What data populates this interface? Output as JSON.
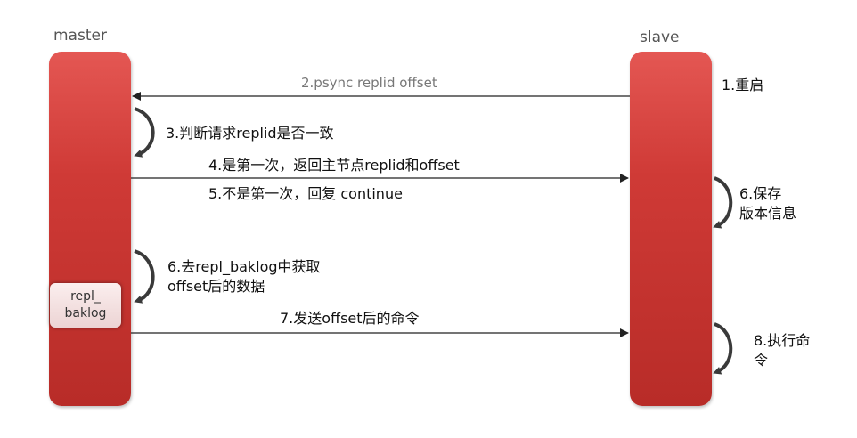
{
  "actors": {
    "master": "master",
    "slave": "slave"
  },
  "buffer": {
    "line1": "repl_",
    "line2": "baklog"
  },
  "steps": {
    "s1": "1.重启",
    "s2": "2.psync replid offset",
    "s3": "3.判断请求replid是否一致",
    "s4": "4.是第一次，返回主节点replid和offset",
    "s5": "5.不是第一次，回复 continue",
    "s6_slave_line1": "6.保存",
    "s6_slave_line2": "版本信息",
    "s6_master_line1": "6.去repl_baklog中获取",
    "s6_master_line2": "offset后的数据",
    "s7": "7.发送offset后的命令",
    "s8_line1": "8.执行命",
    "s8_line2": "令"
  },
  "colors": {
    "bar": "#cf3a36",
    "arrow": "#222222",
    "curl_arrow": "#3a3a3a"
  }
}
